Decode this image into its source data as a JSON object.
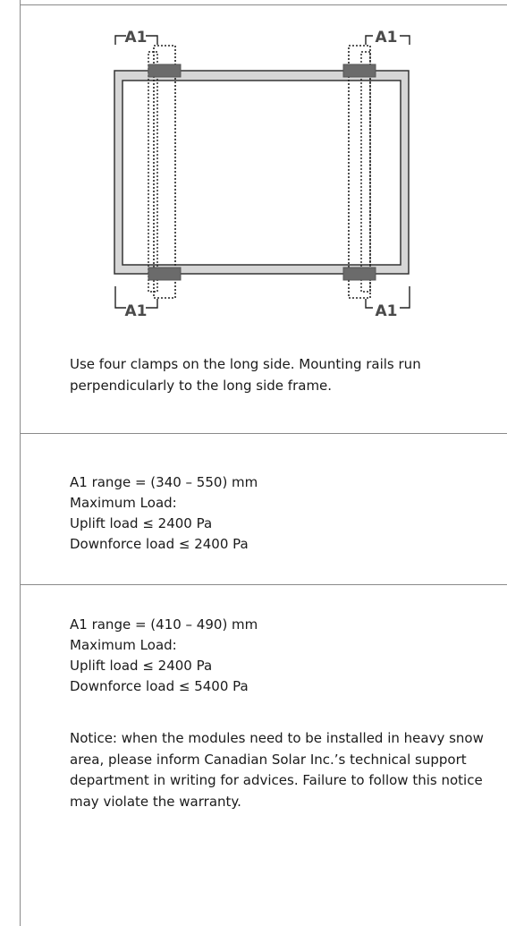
{
  "diagram": {
    "dimension_label": "A1"
  },
  "caption": "Use four clamps on the long side. Mounting rails run perpendicularly to the long side frame.",
  "spec_1": {
    "range": "A1 range = (340 – 550) mm",
    "max_load": "Maximum Load:",
    "uplift": "Uplift load ≤ 2400 Pa",
    "downforce": "Downforce load ≤ 2400 Pa"
  },
  "spec_2": {
    "range": "A1 range = (410 – 490) mm",
    "max_load": "Maximum Load:",
    "uplift": "Uplift load ≤ 2400 Pa",
    "downforce": "Downforce load ≤ 5400 Pa"
  },
  "notice": "Notice: when the modules need to be installed in heavy snow area, please inform Canadian Solar Inc.’s technical support department in writing for advices. Failure to follow this notice may violate the warranty."
}
